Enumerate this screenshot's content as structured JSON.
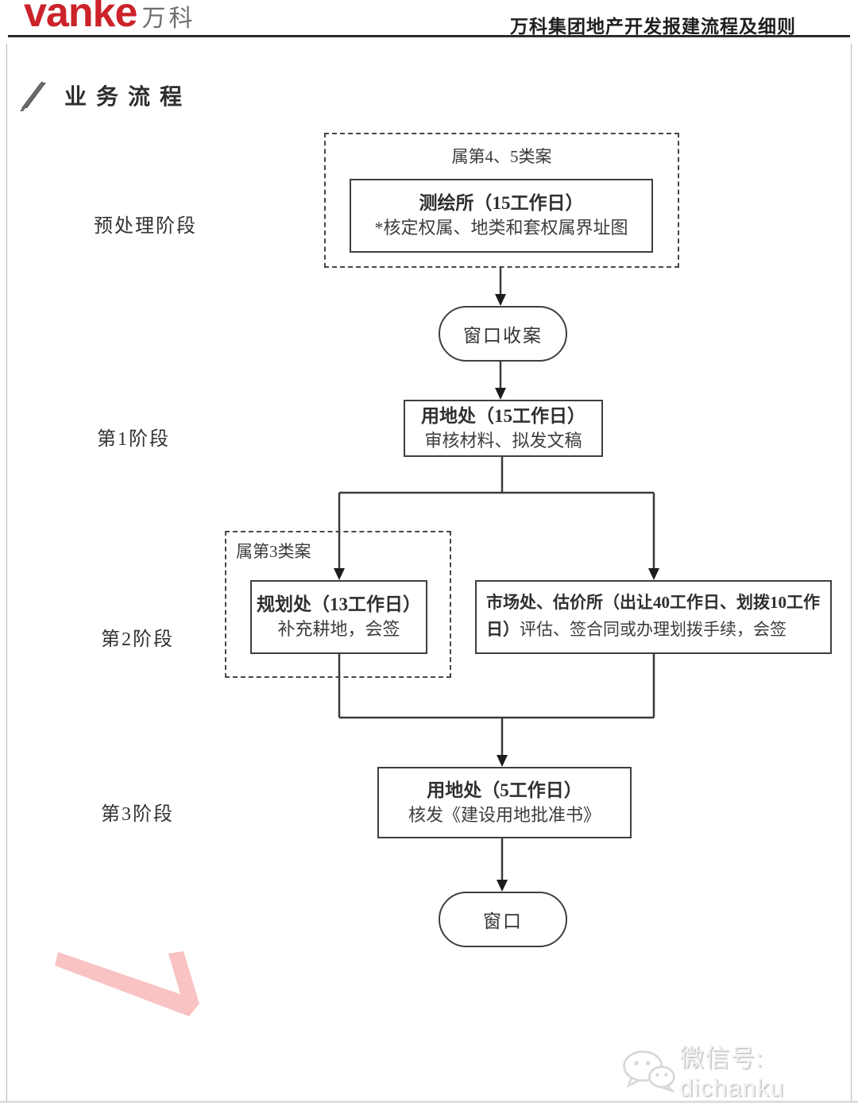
{
  "header": {
    "logo_text": "vanke",
    "logo_cn": "万科",
    "doc_title": "万科集团地产开发报建流程及细则"
  },
  "section": {
    "title": "业务流程"
  },
  "stages": [
    {
      "label": "预处理阶段"
    },
    {
      "label": "第1阶段"
    },
    {
      "label": "第2阶段"
    },
    {
      "label": "第3阶段"
    }
  ],
  "flow": {
    "group4_5_label": "属第4、5类案",
    "survey_box": {
      "title": "测绘所（15工作日）",
      "desc": "*核定权属、地类和套权属界址图"
    },
    "window_intake": "窗口收案",
    "stage1_box": {
      "title": "用地处（15工作日）",
      "desc": "审核材料、拟发文稿"
    },
    "group3_label": "属第3类案",
    "planning_box": {
      "title": "规划处（13工作日）",
      "desc": "补充耕地，会签"
    },
    "market_box": {
      "bold": "市场处、估价所（出让40工作日、划拨10工作日）",
      "normal": "评估、签合同或办理划拨手续，会签"
    },
    "stage3_box": {
      "title": "用地处（5工作日）",
      "desc": "核发《建设用地批准书》"
    },
    "window_end": "窗口"
  },
  "footer": {
    "wechat_label": "微信号: dichanku"
  },
  "icons": {
    "section_marker": "double-slash-icon",
    "wechat": "wechat-bubbles-icon"
  },
  "colors": {
    "accent_red": "#cc2229",
    "line_dark": "#3a3a3a",
    "watermark_pink": "#f8bcbc",
    "footer_gray": "#cfcfcf"
  }
}
